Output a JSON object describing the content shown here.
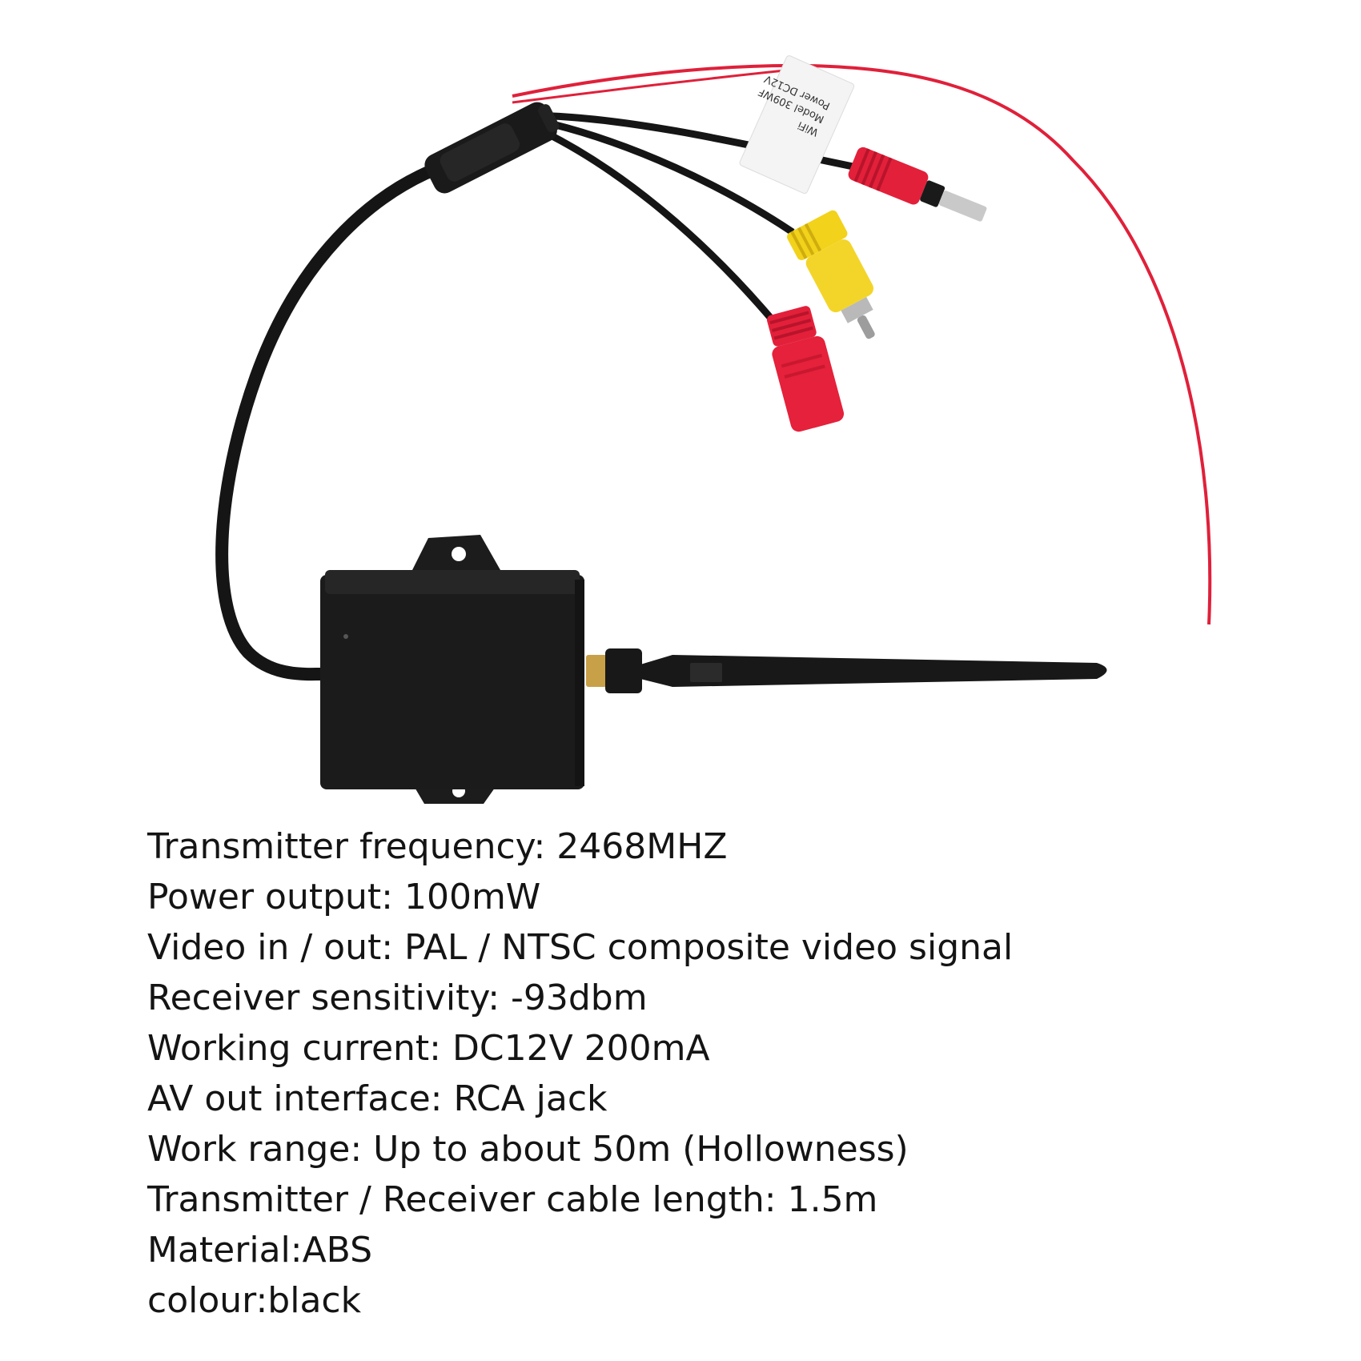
{
  "product_image": {
    "label_lines": [
      "WiFi",
      "Model 309WF",
      "Power DC12V"
    ],
    "colors": {
      "background": "#ffffff",
      "body": "#1c1c1c",
      "cable": "#151515",
      "red_wire": "#e0203a",
      "red_connector": "#e3203a",
      "yellow_connector": "#f2d21a",
      "gold_connector": "#c8a048",
      "label": "#f4f4f4"
    }
  },
  "specs": [
    "Transmitter frequency: 2468MHZ",
    "Power output: 100mW",
    "Video in / out: PAL / NTSC composite video signal",
    "Receiver sensitivity: -93dbm",
    "Working current: DC12V 200mA",
    "AV out interface: RCA jack",
    "Work range: Up to about 50m (Hollowness)",
    "Transmitter / Receiver cable length: 1.5m",
    "Material:ABS",
    "colour:black"
  ]
}
